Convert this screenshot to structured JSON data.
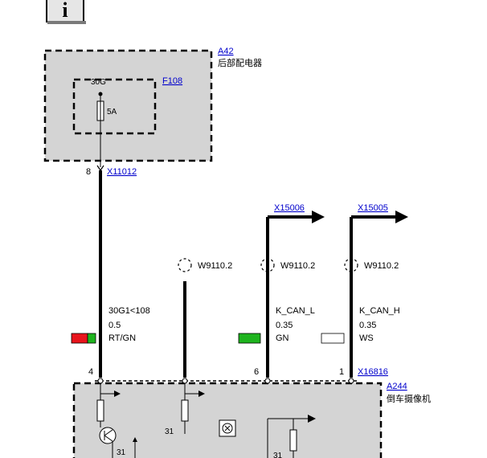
{
  "info_button": {
    "glyph": "i"
  },
  "a42": {
    "id": "A42",
    "name": "后部配电器"
  },
  "fuse": {
    "id": "F108",
    "terminal": "30G",
    "rating": "5A"
  },
  "x11012": {
    "pin": "8",
    "id": "X11012"
  },
  "x15006": {
    "id": "X15006"
  },
  "x15005": {
    "id": "X15005"
  },
  "w9110_left": "W9110.2",
  "w9110_mid": "W9110.2",
  "w9110_right": "W9110.2",
  "wire1": {
    "signal": "30G1<108",
    "size": "0.5",
    "color": "RT/GN",
    "pin": "4"
  },
  "wire3": {
    "signal": "K_CAN_L",
    "size": "0.35",
    "color": "GN",
    "pin": "6"
  },
  "wire4": {
    "signal": "K_CAN_H",
    "size": "0.35",
    "color": "WS",
    "pin": "1"
  },
  "x16816": {
    "id": "X16816"
  },
  "a244": {
    "id": "A244",
    "name": "倒车摄像机"
  },
  "ground_labels": {
    "g1": "31",
    "g2": "31",
    "g3": "31"
  },
  "colors": {
    "housing": "#d4d4d4",
    "red": "#e8141c",
    "green": "#1eb41e",
    "white": "#ffffff",
    "link": "#0000cc"
  }
}
